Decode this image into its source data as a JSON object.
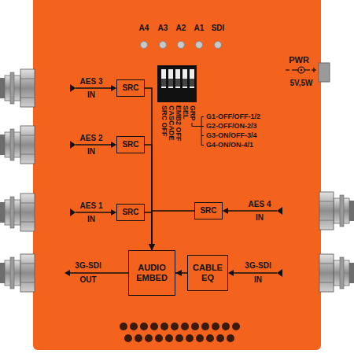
{
  "diagram": {
    "nodes": [
      {
        "text": [
          "SRC"
        ]
      },
      {
        "text": [
          "SRC"
        ]
      },
      {
        "text": [
          "SRC"
        ]
      },
      {
        "text": [
          "SRC"
        ]
      },
      {
        "text": [
          "AUDIO EMBED"
        ]
      },
      {
        "text": [
          "CABLE EQ"
        ]
      }
    ],
    "edges": [
      {
        "from": 0,
        "to": 4,
        "arrow": "to"
      },
      {
        "from": 1,
        "to": 4,
        "arrow": "to"
      },
      {
        "from": 2,
        "to": 4,
        "arrow": "to"
      },
      {
        "from": 3,
        "to": 4,
        "arrow": "to"
      },
      {
        "from": 5,
        "to": 4,
        "arrow": "to"
      }
    ],
    "labels": [
      "A4",
      "A3",
      "A2",
      "A1",
      "SDI",
      "PWR",
      "5V,5W",
      "AES 3",
      "IN",
      "SRC OFF",
      "CASCADE",
      "EMB2 OFF",
      "SEL",
      "GRP",
      "G1-OFF/OFF-1/2",
      "G2-OFF/ON-2/3",
      "G3-ON/OFF-3/4",
      "G4-ON/ON-4/1",
      "AES 2",
      "IN",
      "AES 1",
      "IN",
      "AES 4",
      "IN",
      "3G-SDI",
      "OUT",
      "3G-SDI",
      "IN"
    ]
  }
}
